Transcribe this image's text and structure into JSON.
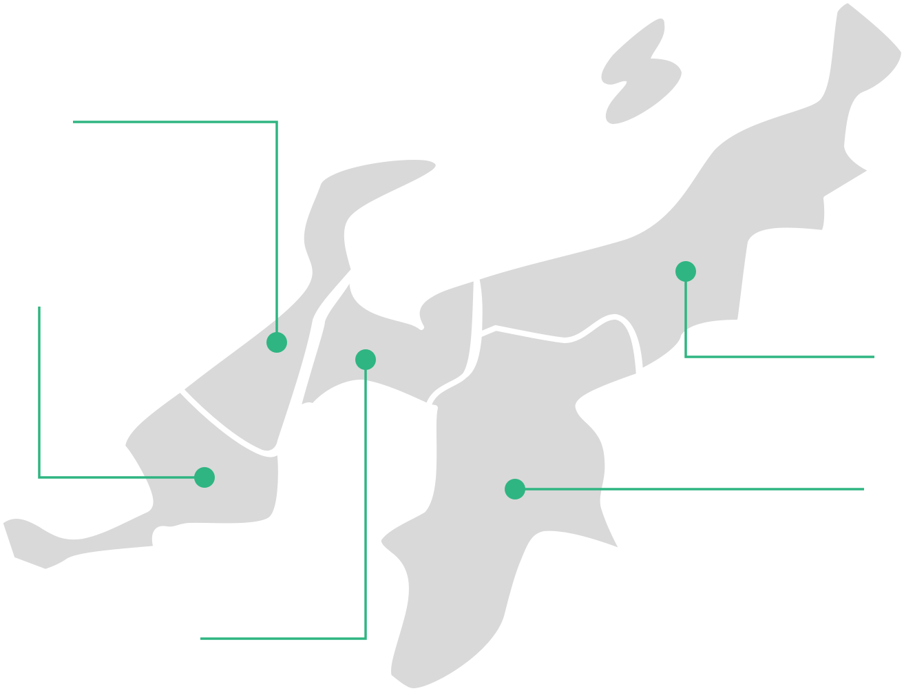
{
  "map": {
    "land_color": "#d9d9d9",
    "border_color": "#ffffff",
    "accent_color": "#2fb582",
    "regions": [
      {
        "id": "west"
      },
      {
        "id": "north-west"
      },
      {
        "id": "central-west"
      },
      {
        "id": "central"
      },
      {
        "id": "south"
      },
      {
        "id": "east"
      }
    ],
    "islands": [
      {
        "id": "north-island"
      }
    ],
    "callouts": [
      {
        "id": "north-west",
        "label": ""
      },
      {
        "id": "west",
        "label": ""
      },
      {
        "id": "central-west",
        "label": ""
      },
      {
        "id": "south",
        "label": ""
      },
      {
        "id": "east",
        "label": ""
      }
    ]
  }
}
